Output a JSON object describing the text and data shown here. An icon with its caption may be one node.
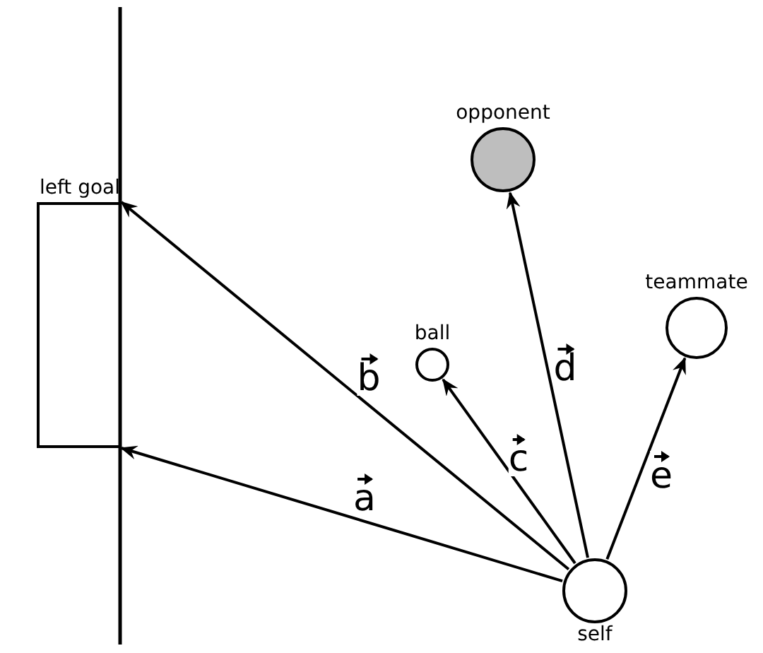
{
  "diagram": {
    "nodes": [
      {
        "text": [
          "left goal"
        ]
      },
      {
        "text": [
          "ball"
        ]
      },
      {
        "text": [
          "opponent"
        ]
      },
      {
        "text": [
          "teammate"
        ]
      },
      {
        "text": [
          "self"
        ]
      }
    ],
    "edges": [
      {
        "from": 4,
        "to": 0,
        "arrow": "to",
        "label": "a"
      },
      {
        "from": 4,
        "to": 0,
        "arrow": "to",
        "label": "b"
      },
      {
        "from": 4,
        "to": 1,
        "arrow": "to",
        "label": "c"
      },
      {
        "from": 4,
        "to": 2,
        "arrow": "to",
        "label": "d"
      },
      {
        "from": 4,
        "to": 3,
        "arrow": "to",
        "label": "e"
      }
    ]
  }
}
